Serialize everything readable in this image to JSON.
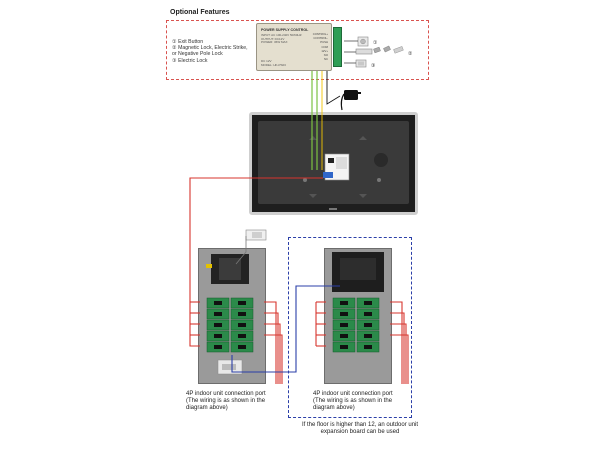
{
  "optional": {
    "title": "Optional Features",
    "legend": [
      "① Exit Button",
      "② Magnetic Lock, Electric Strike,",
      "    or Negative Pole Lock",
      "③ Electric Lock"
    ],
    "marker1": "①",
    "marker2": "②",
    "marker3": "③"
  },
  "psu": {
    "title": "POWER SUPPLY CONTROL",
    "specs": [
      "INPUT: AC 100-240V 50/60HZ",
      "OUTPUT: DC12V",
      "POWER: 36W MAX"
    ],
    "model": [
      "DC 12V",
      "MODEL: HK-PS03"
    ],
    "terminals": [
      "CONTROL+",
      "CONTROL-",
      "PUSH",
      "COM",
      "12V+",
      "NO",
      "NC"
    ]
  },
  "captions": {
    "left": "4P indoor unit connection port\n(The wiring is as shown in the\ndiagram above)",
    "right": "4P indoor unit connection port\n(The wiring is as shown in the\ndiagram above)",
    "note": "If the floor is higher than 12, an outdoor unit\nexpansion board can be used"
  },
  "colors": {
    "red": "#d7342d",
    "green": "#7cc242",
    "blue": "#2b3fa8",
    "yellow": "#f2c500",
    "black": "#111111"
  }
}
